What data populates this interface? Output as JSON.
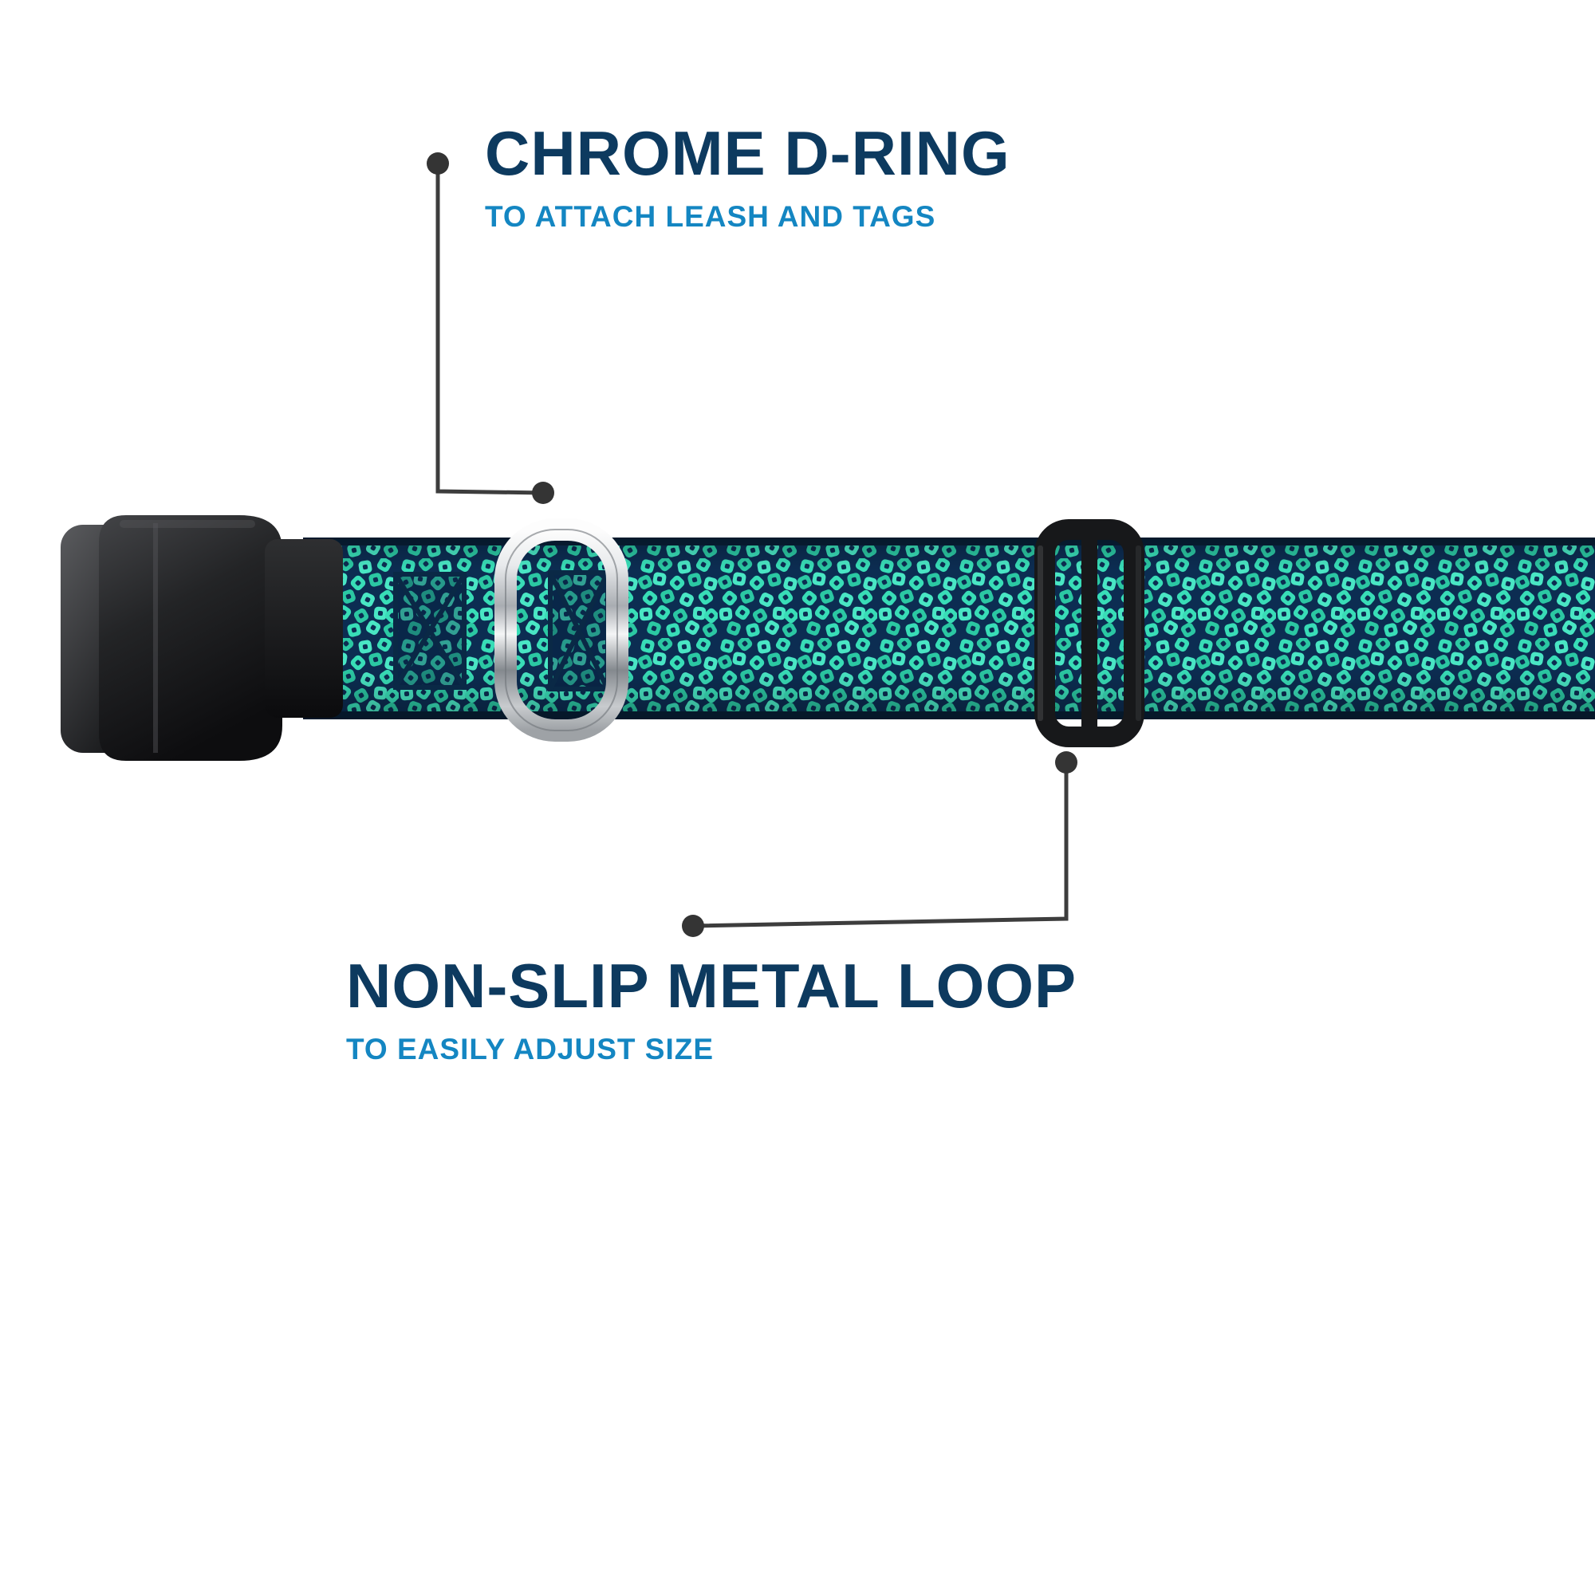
{
  "diagram": {
    "background": "#ffffff",
    "subject": "dog-collar-features",
    "parts": [
      "black-side-release-buckle",
      "patterned-webbing-strap",
      "chrome-d-ring",
      "black-slider-loop"
    ]
  },
  "callouts": [
    {
      "id": "chrome-d-ring",
      "title": "CHROME D-RING",
      "subtitle": "TO ATTACH LEASH AND TAGS",
      "points_to": "d-ring"
    },
    {
      "id": "non-slip-metal-loop",
      "title": "NON-SLIP METAL LOOP",
      "subtitle": "TO EASILY ADJUST SIZE",
      "points_to": "slider-loop"
    }
  ],
  "colors": {
    "title_text": "#0d3a5f",
    "subtitle_text": "#1486c2",
    "callout_line": "#3d3d3d",
    "collar_pattern_teal": "#38ddb7",
    "collar_pattern_navy": "#0c2d52",
    "buckle_black": "#141416",
    "chrome_silver": "#c8cbce"
  }
}
